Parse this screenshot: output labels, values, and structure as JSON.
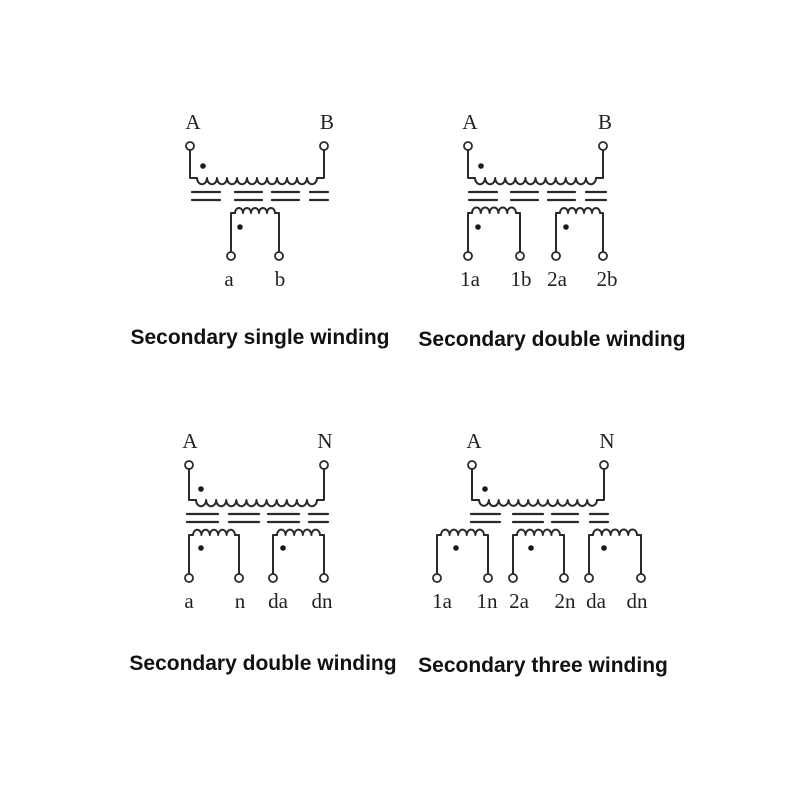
{
  "diagrams": [
    {
      "caption": "Secondary single winding",
      "primary": {
        "left": "A",
        "right": "B"
      },
      "secondary": [
        "a",
        "b"
      ]
    },
    {
      "caption": "Secondary double winding",
      "primary": {
        "left": "A",
        "right": "B"
      },
      "secondary": [
        "1a",
        "1b",
        "2a",
        "2b"
      ]
    },
    {
      "caption": "Secondary double winding",
      "primary": {
        "left": "A",
        "right": "N"
      },
      "secondary": [
        "a",
        "n",
        "da",
        "dn"
      ]
    },
    {
      "caption": "Secondary three winding",
      "primary": {
        "left": "A",
        "right": "N"
      },
      "secondary": [
        "1a",
        "1n",
        "2a",
        "2n",
        "da",
        "dn"
      ]
    }
  ],
  "colors": {
    "line": "#2a2a2a",
    "text": "#111111",
    "background": "#ffffff"
  }
}
